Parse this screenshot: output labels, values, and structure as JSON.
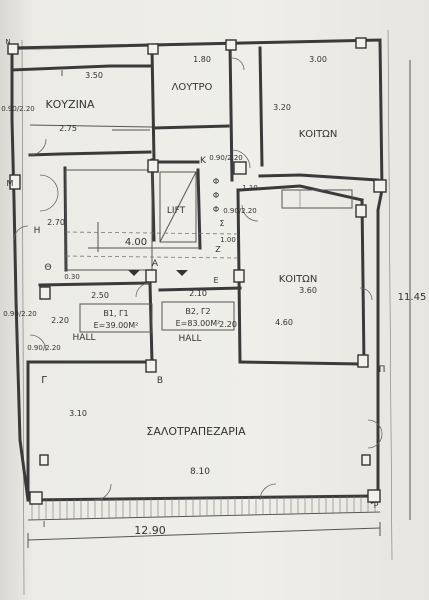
{
  "rooms": {
    "kitchen": "ΚΟΥΖΙΝΑ",
    "bath": "ΛΟΥΤΡΟ",
    "bedroom1": "ΚΟΙΤΩΝ",
    "bedroom2": "ΚΟΙΤΩΝ",
    "lift": "LIFT",
    "hall1": "HALL",
    "hall2": "HALL",
    "living": "ΣΑΛΟΤΡΑΠΕΖΑΡΙΑ"
  },
  "units": {
    "u1_name": "B1, Γ1",
    "u1_area": "E=39.00M²",
    "u2_name": "B2, Γ2",
    "u2_area": "E=83.00M²"
  },
  "dims": {
    "d_350": "3.50",
    "d_180": "1.80",
    "d_300": "3.00",
    "d_275": "2.75",
    "d_320": "3.20",
    "d_270": "2.70",
    "d_400": "4.00",
    "d_250": "2.50",
    "d_210": "2.10",
    "d_220a": "2.20",
    "d_220b": "2.20",
    "d_360": "3.60",
    "d_460": "4.60",
    "d_310": "3.10",
    "d_810": "8.10",
    "d_1290": "12.90",
    "d_1145": "11.45",
    "d_110": "1.10",
    "d_100": "1.00",
    "d_030": "0.30"
  },
  "marks": {
    "a": "A",
    "b": "B",
    "k": "K",
    "g": "Γ",
    "th": "Θ",
    "h": "H",
    "p": "Π",
    "r": "P",
    "m": "M",
    "n": "N",
    "e": "E",
    "z": "Z",
    "i": "I",
    "phi1": "Φ",
    "phi2": "Φ",
    "phi3": "Φ",
    "sig": "Σ"
  },
  "windows": {
    "w1": "0.90/2.20",
    "w2": "0.90/2.20",
    "w3": "0.90/2.20",
    "w4": "0.90/2.20",
    "w5": "0.90/2.20"
  }
}
